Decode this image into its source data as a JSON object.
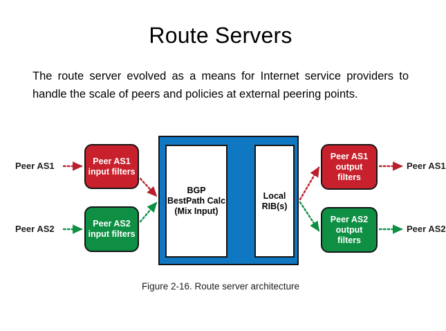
{
  "slide": {
    "title": "Route Servers",
    "body": "The route server evolved as a means for Internet service providers to handle the scale of peers and policies at external peering points.",
    "caption": "Figure 2-16. Route server architecture"
  },
  "colors": {
    "red": "#c8202c",
    "green": "#0e8f43",
    "blue": "#1077c3",
    "outline": "#141414",
    "white": "#ffffff",
    "text": "#000000"
  },
  "diagram": {
    "title": "Route server architecture",
    "left_endpoints": [
      {
        "label": "Peer AS1",
        "color": "#c8202c"
      },
      {
        "label": "Peer AS2",
        "color": "#0e8f43"
      }
    ],
    "right_endpoints": [
      {
        "label": "Peer AS1",
        "color": "#c8202c"
      },
      {
        "label": "Peer AS2",
        "color": "#0e8f43"
      }
    ],
    "input_filters": [
      {
        "line1": "Peer AS1",
        "line2": "input filters",
        "color": "#c8202c"
      },
      {
        "line1": "Peer AS2",
        "line2": "input filters",
        "color": "#0e8f43"
      }
    ],
    "output_filters": [
      {
        "line1": "Peer AS1",
        "line2": "output filters",
        "color": "#c8202c"
      },
      {
        "line1": "Peer AS2",
        "line2": "output filters",
        "color": "#0e8f43"
      }
    ],
    "route_server": {
      "bestpath": {
        "line1": "BGP",
        "line2": "BestPath Calc",
        "line3": "(Mix Input)"
      },
      "rib": {
        "line1": "Local",
        "line2": "RIB(s)"
      }
    }
  }
}
